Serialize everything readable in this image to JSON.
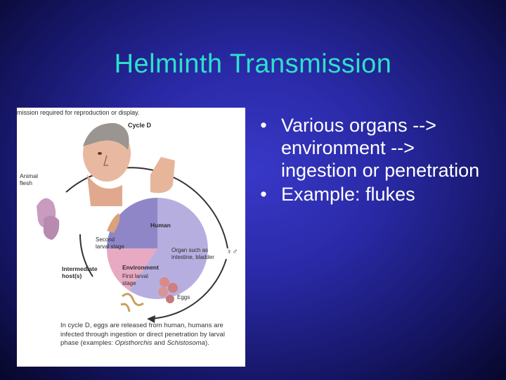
{
  "slide": {
    "title": "Helminth Transmission",
    "bullets": [
      "Various organs --> environment --> ingestion or penetration",
      "Example: flukes"
    ]
  },
  "figure": {
    "header_text": "mission required for reproduction or display.",
    "cycle_label": "Cycle D",
    "labels": {
      "animal_flesh": "Animal flesh",
      "second_larval_stage": "Second larval stage",
      "human": "Human",
      "organ": "Organ such as intestine, bladder",
      "intermediate_host": "Intermediate host(s)",
      "environment": "Environment",
      "first_larval_stage": "First larval stage",
      "eggs": "Eggs"
    },
    "caption_1": "In cycle D, eggs are released from human, humans are infected through ingestion or direct penetration by larval phase (examples: ",
    "caption_italic_1": "Opisthorchis",
    "caption_2": " and ",
    "caption_italic_2": "Schistosoma",
    "caption_3": ").",
    "sex_symbols": "♀♂",
    "colors": {
      "human_sector": "#b7aee0",
      "intermediate_sector": "#8f86c8",
      "environment_sector": "#e3a7c0",
      "title": "#2ee0cc"
    }
  }
}
